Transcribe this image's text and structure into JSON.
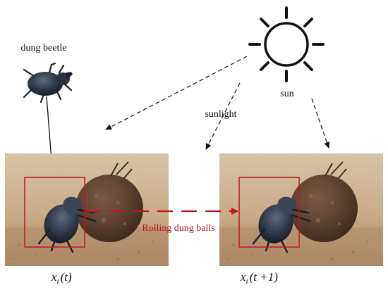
{
  "labels": {
    "beetle": "dung beetle",
    "sun": "sun",
    "sunlight": "sunlight",
    "rolling": "Rolling dung balls",
    "state_t_var": "x",
    "state_t_sub": "i",
    "state_t_arg": "(t)",
    "state_t1_var": "x",
    "state_t1_sub": "i",
    "state_t1_arg": "(t +1)"
  },
  "colors": {
    "highlight": "#c0161c",
    "line": "#111111",
    "photo_sky": "#cdb79a",
    "photo_ground": "#b89372",
    "dung_ball": "#5a4030",
    "beetle_body": "#2c3645"
  },
  "icons": [
    "sun-icon",
    "dung-beetle-icon",
    "dung-ball-photo"
  ]
}
